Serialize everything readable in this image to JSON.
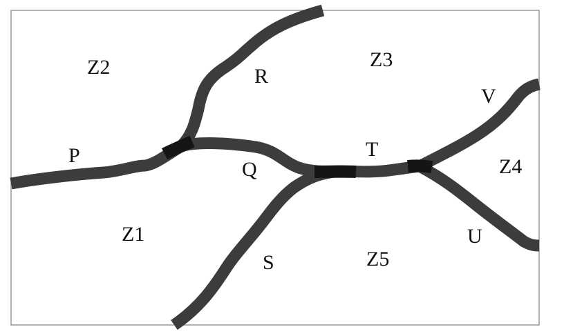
{
  "colors": {
    "background": "#ffffff",
    "frame": "#999999",
    "road": "#3c3c3c",
    "junction": "#151515",
    "text": "#111111"
  },
  "zones": {
    "z1": "Z1",
    "z2": "Z2",
    "z3": "Z3",
    "z4": "Z4",
    "z5": "Z5"
  },
  "roads": {
    "p": "P",
    "q": "Q",
    "r": "R",
    "s": "S",
    "t": "T",
    "u": "U",
    "v": "V"
  }
}
